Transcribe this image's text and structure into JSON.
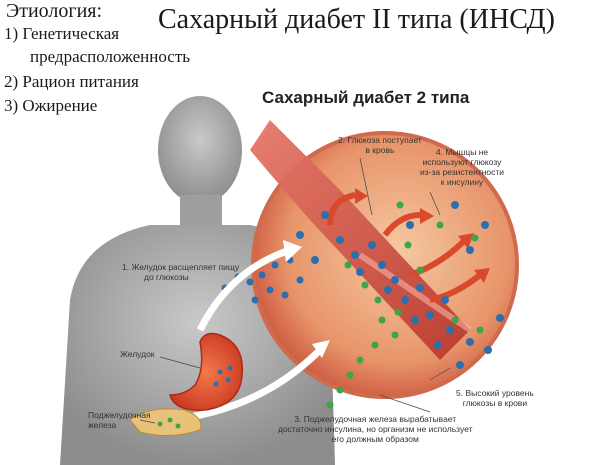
{
  "etiology": {
    "heading": "Этиология:",
    "items": [
      "1) Генетическая",
      "предрасположенность",
      "2) Рацион питания",
      "3) Ожирение"
    ]
  },
  "title": "Сахарный диабет II типа (ИНСД)",
  "subtitle": "Сахарный диабет 2 типа",
  "labels": {
    "stomach_breaks_food": [
      "1. Желудок расщепляет пищу",
      "до глюкозы"
    ],
    "glucose_enters_blood": [
      "2. Глюкоза поступает",
      "в кровь"
    ],
    "pancreas_insulin": [
      "3. Поджелудочная железа вырабатывает",
      "достаточно инсулина, но организм не использует",
      "его должным образом"
    ],
    "muscles_resistance": [
      "4. Мышцы не",
      "используют глюкозу",
      "из-за резистентности",
      "к инсулину"
    ],
    "high_glucose": [
      "5. Высокий уровень",
      "глюкозы в крови"
    ],
    "stomach": "Желудок",
    "pancreas": [
      "Поджелудочная",
      "железа"
    ]
  },
  "colors": {
    "glucose_dot": "#2a6fb0",
    "insulin_dot": "#3aa648",
    "vessel": "#c8483a",
    "circle_bg": "#e89a6a",
    "arrow": "#d94a2c"
  }
}
